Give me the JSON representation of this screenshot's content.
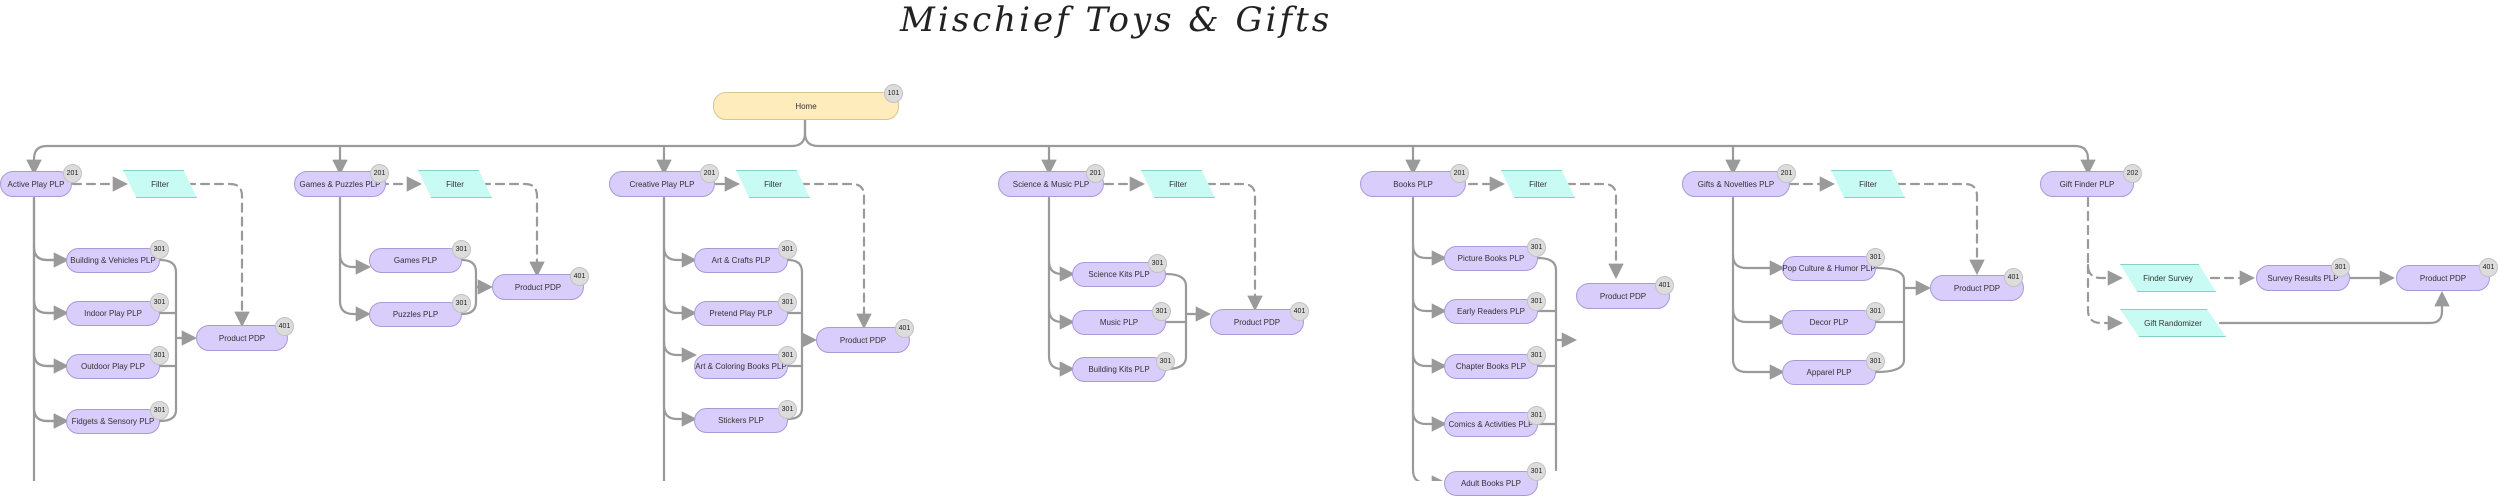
{
  "title": "Mischief Toys & Gifts",
  "colors": {
    "home": "#feecbd",
    "plp": "#d9cdfb",
    "filter": "#c8fbf3",
    "badge": "#dcdcdc",
    "connector": "#9a9a9a"
  },
  "nodes": {
    "home": {
      "label": "Home",
      "badge": "101"
    },
    "active": {
      "label": "Active Play PLP",
      "badge": "201"
    },
    "active_filter": {
      "label": "Filter"
    },
    "bikes": {
      "label": "Building & Vehicles PLP",
      "badge": "301"
    },
    "indoor": {
      "label": "Indoor Play PLP",
      "badge": "301"
    },
    "outdoor": {
      "label": "Outdoor Play PLP",
      "badge": "301"
    },
    "fidgets": {
      "label": "Fidgets & Sensory PLP",
      "badge": "301"
    },
    "active_pdp": {
      "label": "Product PDP",
      "badge": "401"
    },
    "games": {
      "label": "Games & Puzzles PLP",
      "badge": "201"
    },
    "games_filter": {
      "label": "Filter"
    },
    "games_sub": {
      "label": "Games PLP",
      "badge": "301"
    },
    "puzzles": {
      "label": "Puzzles PLP",
      "badge": "301"
    },
    "games_pdp": {
      "label": "Product PDP",
      "badge": "401"
    },
    "creative": {
      "label": "Creative Play PLP",
      "badge": "201"
    },
    "creative_filter": {
      "label": "Filter"
    },
    "arts": {
      "label": "Art & Crafts PLP",
      "badge": "301"
    },
    "pretend": {
      "label": "Pretend Play PLP",
      "badge": "301"
    },
    "coloring": {
      "label": "Art & Coloring Books PLP",
      "badge": "301"
    },
    "stickers": {
      "label": "Stickers PLP",
      "badge": "301"
    },
    "creative_pdp": {
      "label": "Product PDP",
      "badge": "401"
    },
    "science": {
      "label": "Science & Music PLP",
      "badge": "201"
    },
    "science_filter": {
      "label": "Filter"
    },
    "kits": {
      "label": "Science Kits PLP",
      "badge": "301"
    },
    "music": {
      "label": "Music PLP",
      "badge": "301"
    },
    "building_kits": {
      "label": "Building Kits PLP",
      "badge": "301"
    },
    "science_pdp": {
      "label": "Product PDP",
      "badge": "401"
    },
    "books": {
      "label": "Books PLP",
      "badge": "201"
    },
    "books_filter": {
      "label": "Filter"
    },
    "picture": {
      "label": "Picture Books PLP",
      "badge": "301"
    },
    "early": {
      "label": "Early Readers PLP",
      "badge": "301"
    },
    "chapter": {
      "label": "Chapter Books PLP",
      "badge": "301"
    },
    "comics": {
      "label": "Comics & Activities PLP",
      "badge": "301"
    },
    "adult": {
      "label": "Adult Books PLP",
      "badge": "301"
    },
    "books_pdp": {
      "label": "Product PDP",
      "badge": "401"
    },
    "gifts": {
      "label": "Gifts & Novelties PLP",
      "badge": "201"
    },
    "gifts_filter": {
      "label": "Filter"
    },
    "popculture": {
      "label": "Pop Culture & Humor PLP",
      "badge": "301"
    },
    "decor": {
      "label": "Decor PLP",
      "badge": "301"
    },
    "apparel": {
      "label": "Apparel PLP",
      "badge": "301"
    },
    "gifts_pdp": {
      "label": "Product PDP",
      "badge": "401"
    },
    "finder": {
      "label": "Gift Finder PLP",
      "badge": "202"
    },
    "survey": {
      "label": "Finder Survey"
    },
    "randomizer": {
      "label": "Gift Randomizer"
    },
    "results": {
      "label": "Survey Results PLP",
      "badge": "301"
    },
    "finder_pdp": {
      "label": "Product PDP",
      "badge": "401"
    }
  }
}
